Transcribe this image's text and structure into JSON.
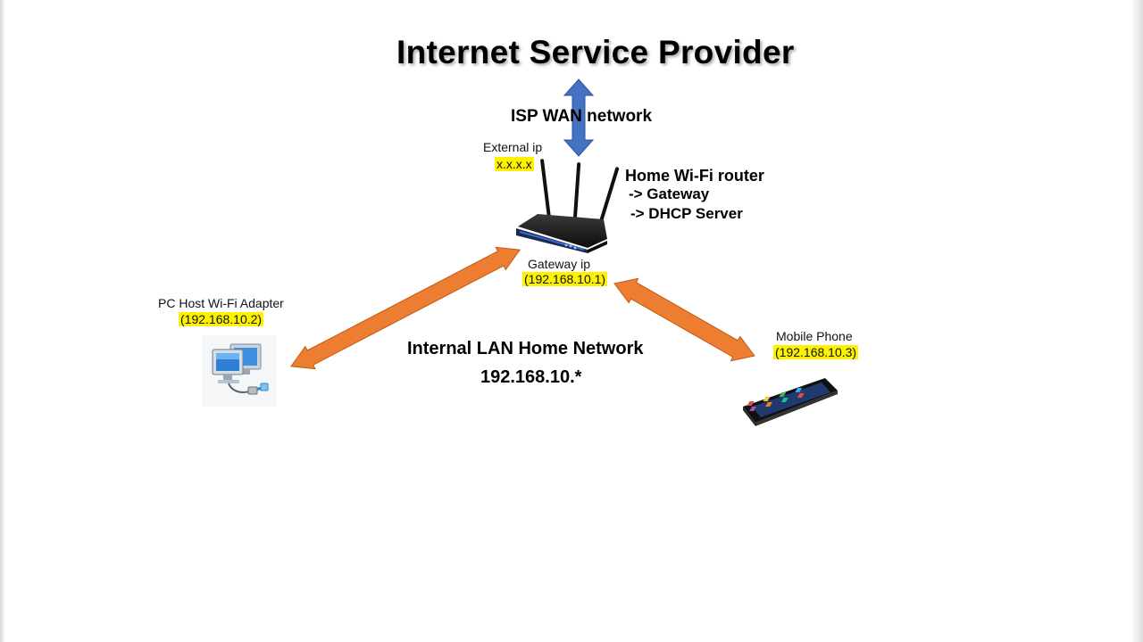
{
  "title": "Internet Service Provider",
  "wan_label": "ISP WAN network",
  "external": {
    "label": "External ip",
    "value": "x.x.x.x"
  },
  "router": {
    "title": "Home Wi-Fi router",
    "roles": [
      "->  Gateway",
      "-> DHCP Server"
    ]
  },
  "gateway": {
    "label": "Gateway ip",
    "value": "(192.168.10.1)"
  },
  "pc": {
    "label": "PC Host Wi-Fi Adapter",
    "value": "(192.168.10.2)"
  },
  "mobile": {
    "label": "Mobile Phone",
    "value": "(192.168.10.3)"
  },
  "lan": {
    "title": "Internal LAN Home Network",
    "subnet": "192.168.10.*"
  },
  "colors": {
    "highlight": "#fff200",
    "wan_arrow": "#4472c4",
    "lan_arrow": "#ed7d31"
  },
  "icons": [
    "router-icon",
    "pc-network-icon",
    "smartphone-icon"
  ]
}
